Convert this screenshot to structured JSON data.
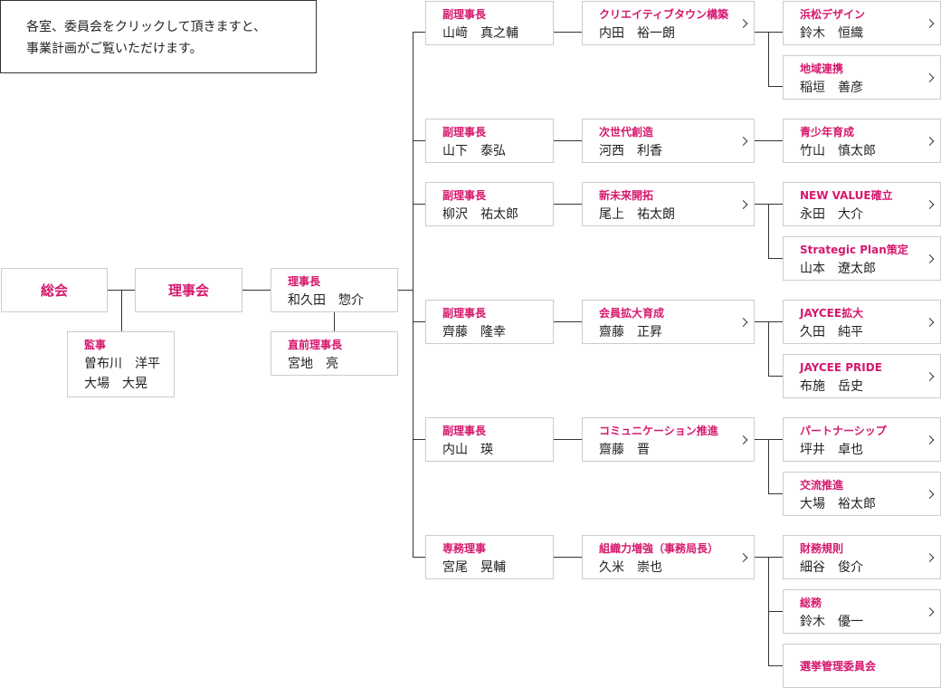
{
  "notice": {
    "line1": "各室、委員会をクリックして頂きますと、",
    "line2": "事業計画がご覧いただけます。"
  },
  "general_meeting": "総会",
  "board": "理事会",
  "auditor": {
    "role": "監事",
    "names": [
      "曽布川　洋平",
      "大場　大晃"
    ]
  },
  "president": {
    "role": "理事長",
    "name": "和久田　惣介"
  },
  "past_president": {
    "role": "直前理事長",
    "name": "宮地　亮"
  },
  "branches": [
    {
      "vp": {
        "role": "副理事長",
        "name": "山﨑　真之輔"
      },
      "office": {
        "role": "クリエイティブタウン構築",
        "name": "内田　裕一朗"
      },
      "committees": [
        {
          "role": "浜松デザイン",
          "name": "鈴木　恒織"
        },
        {
          "role": "地域連携",
          "name": "稲垣　善彦"
        }
      ]
    },
    {
      "vp": {
        "role": "副理事長",
        "name": "山下　泰弘"
      },
      "office": {
        "role": "次世代創造",
        "name": "河西　利香"
      },
      "committees": [
        {
          "role": "青少年育成",
          "name": "竹山　慎太郎"
        }
      ]
    },
    {
      "vp": {
        "role": "副理事長",
        "name": "柳沢　祐太郎"
      },
      "office": {
        "role": "新未来開拓",
        "name": "尾上　祐太朗"
      },
      "committees": [
        {
          "role": "NEW VALUE確立",
          "name": "永田　大介"
        },
        {
          "role": "Strategic Plan策定",
          "name": "山本　遼太郎"
        }
      ]
    },
    {
      "vp": {
        "role": "副理事長",
        "name": "齊藤　隆幸"
      },
      "office": {
        "role": "会員拡大育成",
        "name": "齋藤　正昇"
      },
      "committees": [
        {
          "role": "JAYCEE拡大",
          "name": "久田　純平"
        },
        {
          "role": "JAYCEE PRIDE",
          "name": "布施　岳史"
        }
      ]
    },
    {
      "vp": {
        "role": "副理事長",
        "name": "内山　瑛"
      },
      "office": {
        "role": "コミュニケーション推進",
        "name": "齋藤　晋"
      },
      "committees": [
        {
          "role": "パートナーシップ",
          "name": "坪井　卓也"
        },
        {
          "role": "交流推進",
          "name": "大場　裕太郎"
        }
      ]
    },
    {
      "vp": {
        "role": "専務理事",
        "name": "宮尾　晃輔"
      },
      "office": {
        "role": "組織力増強（事務局長）",
        "name": "久米　崇也"
      },
      "committees": [
        {
          "role": "財務規則",
          "name": "細谷　俊介"
        },
        {
          "role": "総務",
          "name": "鈴木　優一"
        },
        {
          "role": "選挙管理委員会",
          "name": ""
        }
      ]
    }
  ]
}
